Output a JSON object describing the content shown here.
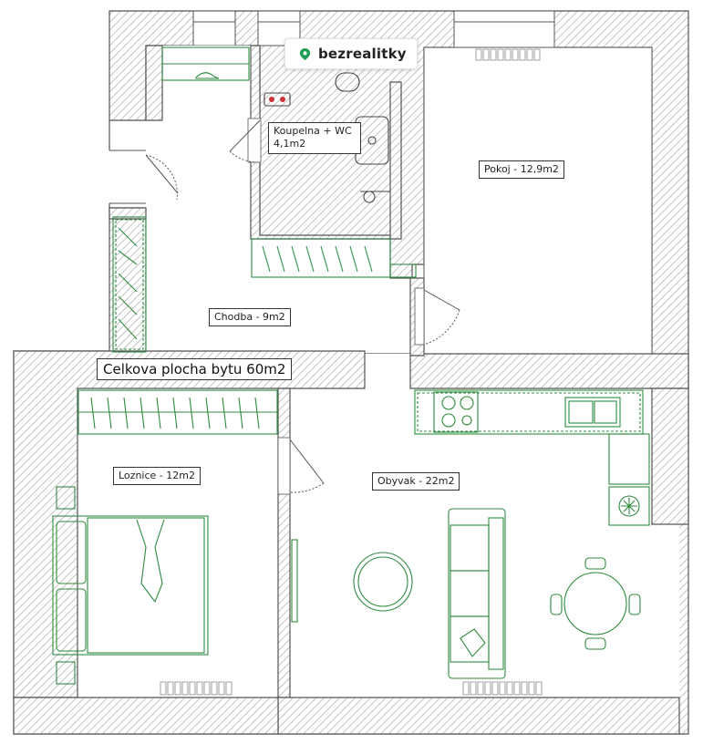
{
  "brand": {
    "name": "bezrealitky",
    "icon": "location-pin-icon",
    "color": "#1a9e54"
  },
  "total_area_label": "Celkova plocha bytu 60m2",
  "rooms": {
    "bathroom": {
      "name": "Koupelna + WC",
      "area": "4,1m2"
    },
    "bedroom_room": {
      "label": "Pokoj - 12,9m2"
    },
    "hallway": {
      "label": "Chodba - 9m2"
    },
    "bedroom": {
      "label": "Loznice - 12m2"
    },
    "living": {
      "label": "Obyvak - 22m2"
    }
  },
  "colors": {
    "furniture": "#2e8b3e",
    "wall": "#555555",
    "hatch": "#b5b5b5"
  }
}
